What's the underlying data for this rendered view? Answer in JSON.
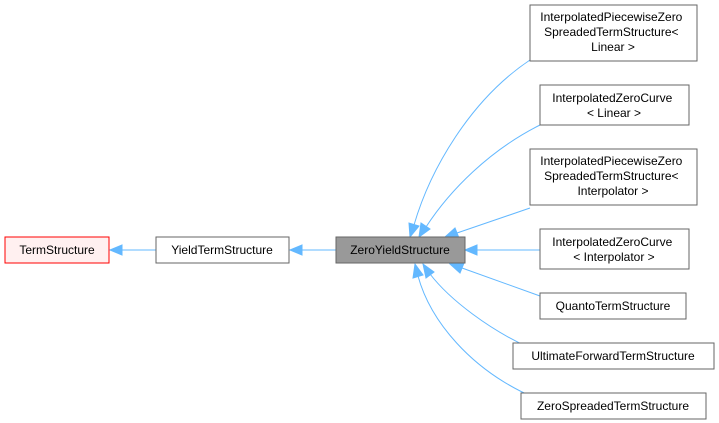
{
  "diagram": {
    "nodes": {
      "term_structure": {
        "lines": [
          "TermStructure"
        ],
        "role": "root"
      },
      "yield_term_structure": {
        "lines": [
          "YieldTermStructure"
        ],
        "role": "normal"
      },
      "zero_yield_structure": {
        "lines": [
          "ZeroYieldStructure"
        ],
        "role": "focus"
      },
      "interp_pw_zero_linear": {
        "lines": [
          "InterpolatedPiecewiseZero",
          "SpreadedTermStructure<",
          "Linear >"
        ],
        "role": "normal"
      },
      "interp_zero_curve_linear": {
        "lines": [
          "InterpolatedZeroCurve",
          "< Linear >"
        ],
        "role": "normal"
      },
      "interp_pw_zero_interp": {
        "lines": [
          "InterpolatedPiecewiseZero",
          "SpreadedTermStructure<",
          "Interpolator >"
        ],
        "role": "normal"
      },
      "interp_zero_curve_interp": {
        "lines": [
          "InterpolatedZeroCurve",
          "< Interpolator >"
        ],
        "role": "normal"
      },
      "quanto_term_structure": {
        "lines": [
          "QuantoTermStructure"
        ],
        "role": "normal"
      },
      "ultimate_forward_term_structure": {
        "lines": [
          "UltimateForwardTermStructure"
        ],
        "role": "normal"
      },
      "zero_spreaded_term_structure": {
        "lines": [
          "ZeroSpreadedTermStructure"
        ],
        "role": "normal"
      }
    },
    "edges": [
      {
        "from": "yield_term_structure",
        "to": "term_structure"
      },
      {
        "from": "zero_yield_structure",
        "to": "yield_term_structure"
      },
      {
        "from": "interp_pw_zero_linear",
        "to": "zero_yield_structure"
      },
      {
        "from": "interp_zero_curve_linear",
        "to": "zero_yield_structure"
      },
      {
        "from": "interp_pw_zero_interp",
        "to": "zero_yield_structure"
      },
      {
        "from": "interp_zero_curve_interp",
        "to": "zero_yield_structure"
      },
      {
        "from": "quanto_term_structure",
        "to": "zero_yield_structure"
      },
      {
        "from": "ultimate_forward_term_structure",
        "to": "zero_yield_structure"
      },
      {
        "from": "zero_spreaded_term_structure",
        "to": "zero_yield_structure"
      }
    ],
    "colors": {
      "edge": "#63b8ff",
      "root_border": "#ff0000",
      "root_fill": "#fff0f0",
      "focus_fill": "#999999",
      "node_border": "#666666"
    }
  }
}
